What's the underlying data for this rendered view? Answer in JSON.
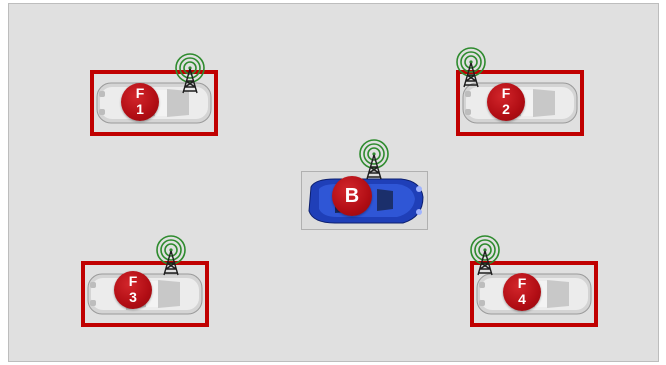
{
  "colors": {
    "background": "#e0e0e0",
    "frame": "#c00000",
    "badge": "#c0141b",
    "follower_car": "#d9d9d9",
    "leader_car": "#1f3fb8",
    "signal_rings": "#2e8b2e"
  },
  "leader": {
    "letter": "B",
    "icon": "blue-car-icon",
    "antenna": "signal-tower-icon"
  },
  "followers": [
    {
      "letter": "F",
      "number": "1",
      "icon": "silver-car-icon",
      "antenna": "signal-tower-icon"
    },
    {
      "letter": "F",
      "number": "2",
      "icon": "silver-car-icon",
      "antenna": "signal-tower-icon"
    },
    {
      "letter": "F",
      "number": "3",
      "icon": "silver-car-icon",
      "antenna": "signal-tower-icon"
    },
    {
      "letter": "F",
      "number": "4",
      "icon": "silver-car-icon",
      "antenna": "signal-tower-icon"
    }
  ]
}
